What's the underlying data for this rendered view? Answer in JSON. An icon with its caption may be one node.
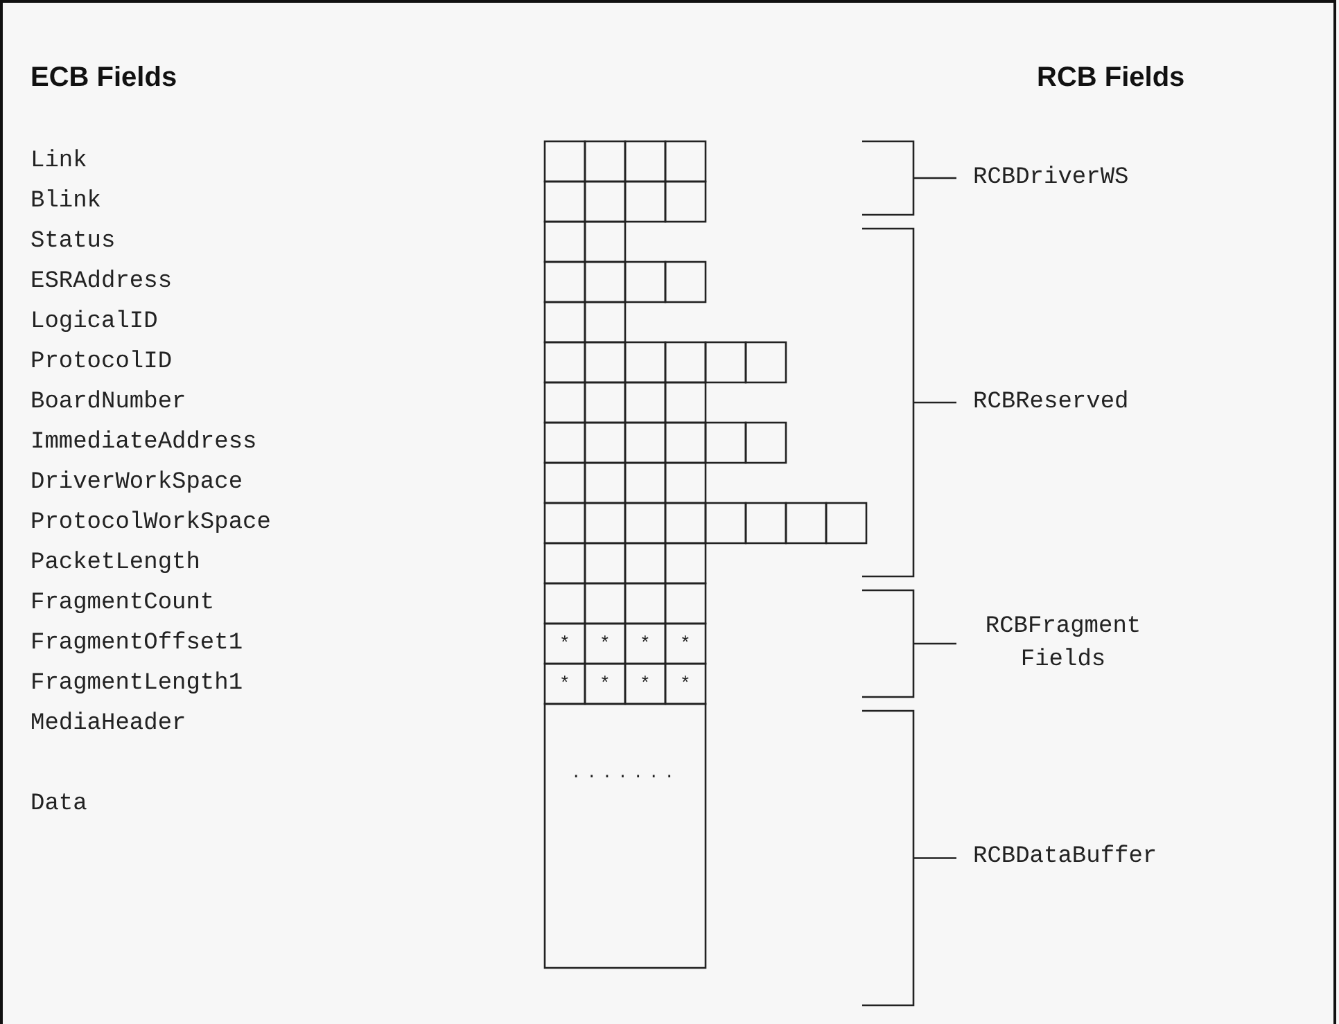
{
  "diagram": {
    "labels": [
      "ECB Fields",
      "RCB Fields",
      "Link",
      "Blink",
      "Status",
      "ESRAddress",
      "LogicalID",
      "ProtocolID",
      "BoardNumber",
      "ImmediateAddress",
      "DriverWorkSpace",
      "ProtocolWorkSpace",
      "PacketLength",
      "FragmentCount",
      "FragmentOffset1",
      "FragmentLength1",
      "MediaHeader",
      "Data",
      "*",
      "*",
      "*",
      "*",
      "*",
      "*",
      "*",
      "*",
      ".......",
      "RCBDriverWS",
      "RCBReserved",
      "RCBFragment Fields",
      "RCBDataBuffer"
    ]
  }
}
